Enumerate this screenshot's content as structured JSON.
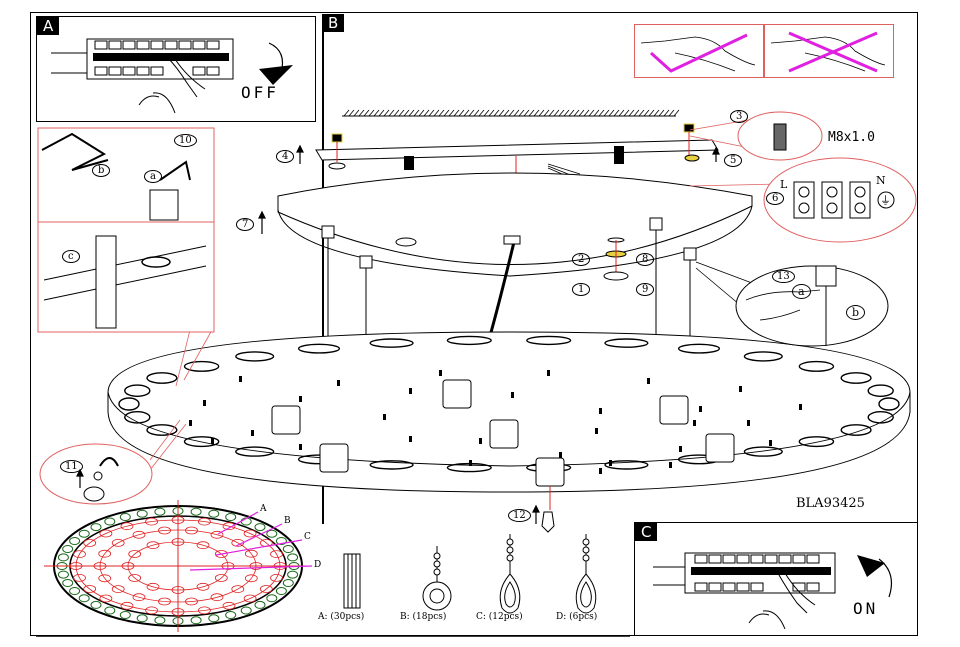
{
  "document": {
    "model_code": "BLA93425",
    "screw_spec": "M8x1.0"
  },
  "panels": {
    "A": {
      "tag": "A",
      "switch_state": "OFF"
    },
    "B": {
      "tag": "B"
    },
    "C": {
      "tag": "C",
      "switch_state": "ON"
    }
  },
  "steps": {
    "s1": "1",
    "s2": "2",
    "s3": "3",
    "s4": "4",
    "s5": "5",
    "s6": "6",
    "s7": "7",
    "s8": "8",
    "s9": "9",
    "s10": "10",
    "s11": "11",
    "s12": "12",
    "s13": "13"
  },
  "sub_labels": {
    "a": "a",
    "b": "b",
    "c": "c"
  },
  "wiring_labels": {
    "L": "L",
    "N": "N",
    "earth": "⏚"
  },
  "layout_legend": {
    "A": "A",
    "B": "B",
    "C": "C",
    "D": "D"
  },
  "parts": [
    {
      "id": "A",
      "label": "A: (30pcs)",
      "quantity": 30
    },
    {
      "id": "B",
      "label": "B: (18pcs)",
      "quantity": 18
    },
    {
      "id": "C",
      "label": "C: (12pcs)",
      "quantity": 12
    },
    {
      "id": "D",
      "label": "D: (6pcs)",
      "quantity": 6
    }
  ],
  "icons": {
    "correct": "check-mark-icon",
    "incorrect": "cross-mark-icon"
  },
  "colors": {
    "line": "#000000",
    "callout": "#e06060",
    "approval_mark": "#e020e0",
    "crystal_ring": "#1a6a1a",
    "crystal_layout": "#e02020",
    "screw_highlight": "#e8d040"
  }
}
